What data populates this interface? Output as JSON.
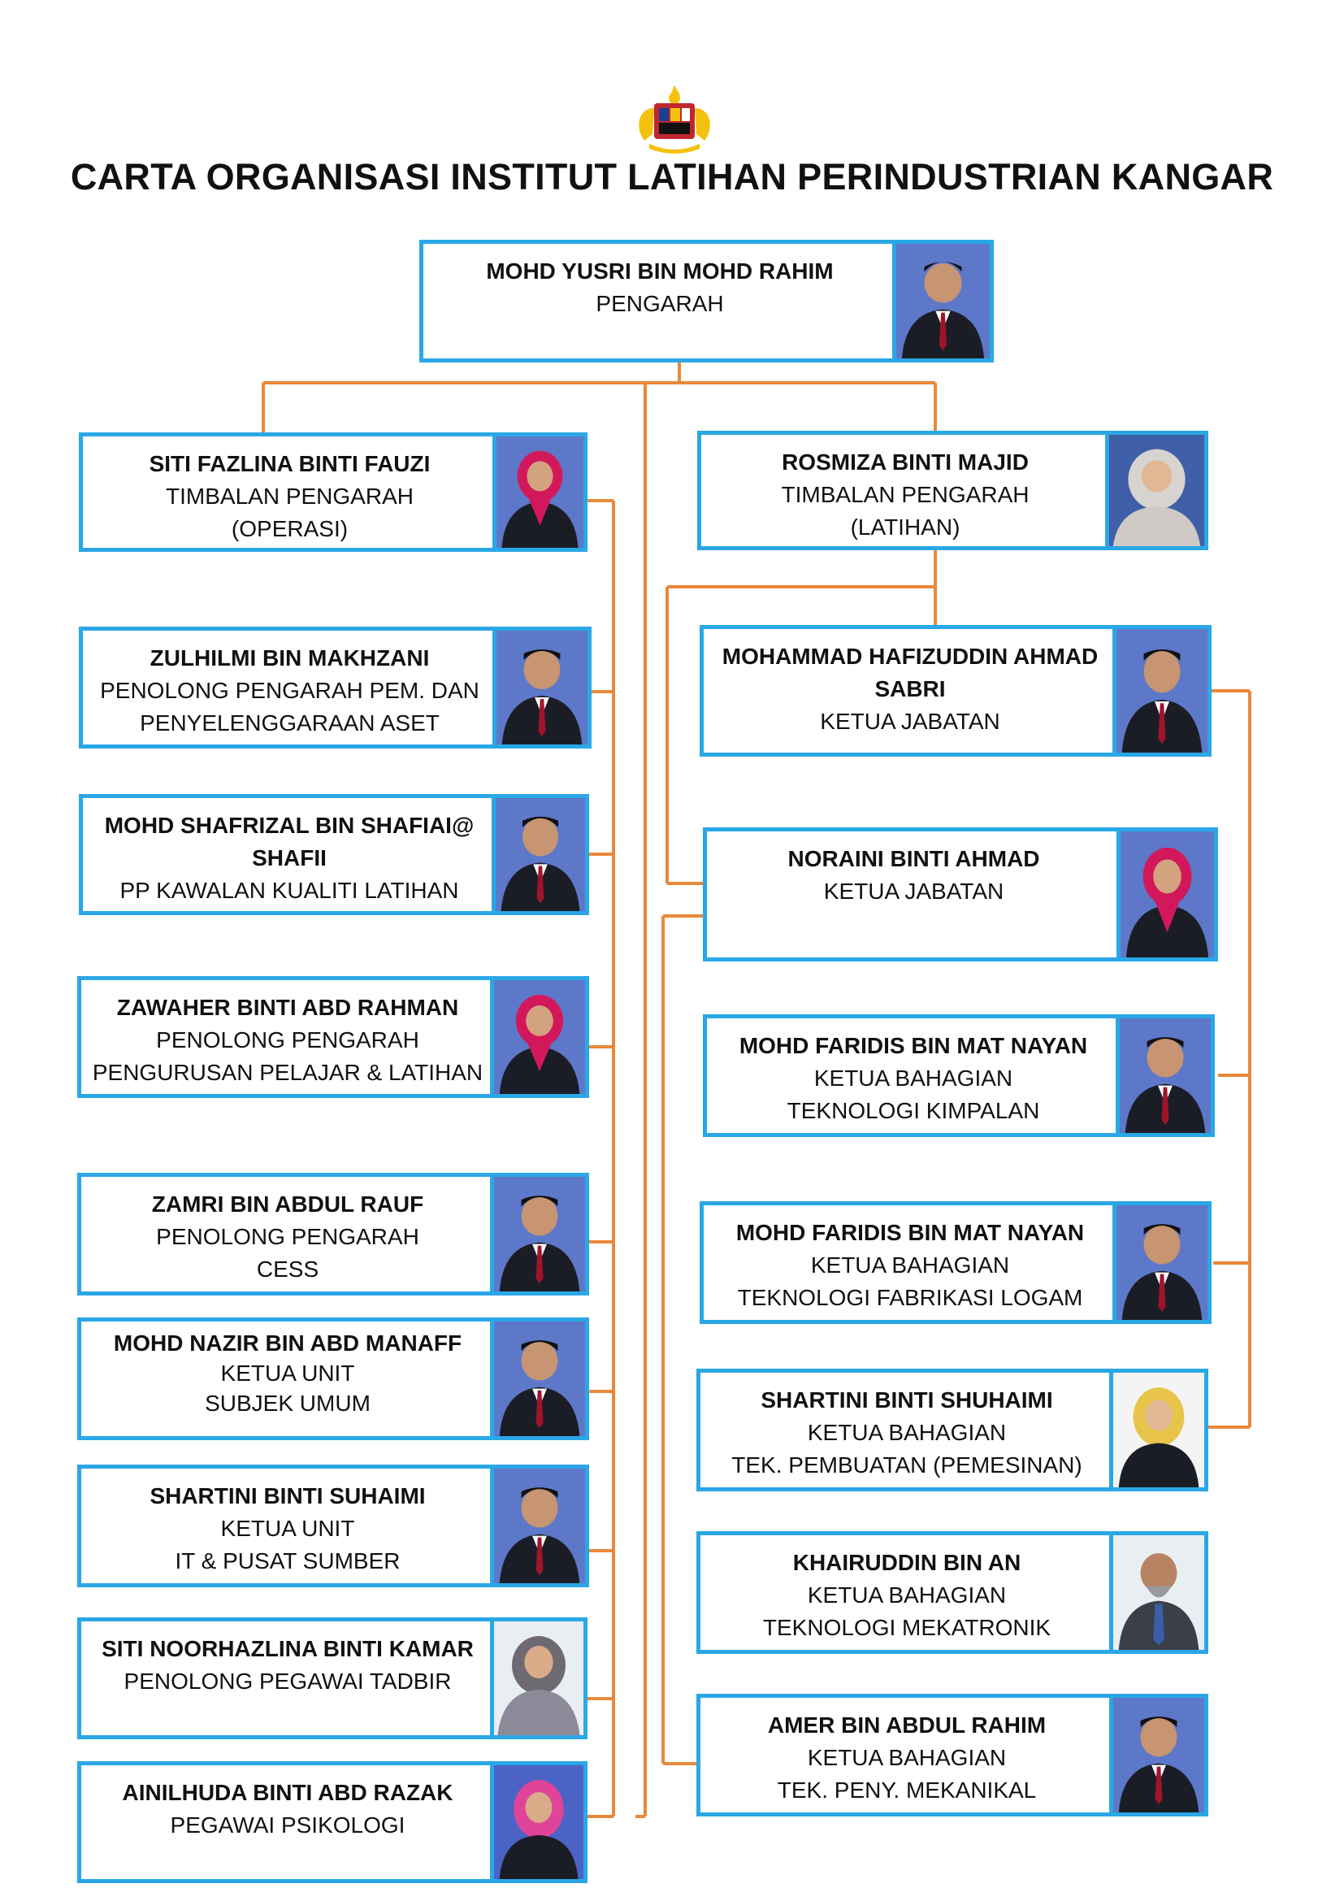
{
  "title": "CARTA ORGANISASI INSTITUT LATIHAN PERINDUSTRIAN KANGAR",
  "colors": {
    "box_border": "#2aa7e6",
    "connector": "#e8893a",
    "photo_bg": "#5d78c8"
  },
  "director": {
    "name": "MOHD YUSRI BIN MOHD RAHIM",
    "lines": [
      "PENGARAH"
    ]
  },
  "left_column": [
    {
      "name": "SITI FAZLINA BINTI FAUZI",
      "lines": [
        "TIMBALAN PENGARAH",
        "(OPERASI)"
      ]
    },
    {
      "name": "ZULHILMI BIN MAKHZANI",
      "lines": [
        "PENOLONG PENGARAH PEM. DAN",
        "PENYELENGGARAAN ASET"
      ]
    },
    {
      "name": "MOHD SHAFRIZAL BIN SHAFIAI@ SHAFII",
      "lines": [
        "PP KAWALAN KUALITI LATIHAN"
      ]
    },
    {
      "name": "ZAWAHER BINTI ABD RAHMAN",
      "lines": [
        "PENOLONG PENGARAH",
        "PENGURUSAN PELAJAR & LATIHAN"
      ]
    },
    {
      "name": "ZAMRI BIN ABDUL RAUF",
      "lines": [
        "PENOLONG PENGARAH",
        "CESS"
      ]
    },
    {
      "name": "MOHD NAZIR BIN ABD MANAFF",
      "lines": [
        "KETUA UNIT",
        "SUBJEK UMUM"
      ]
    },
    {
      "name": "SHARTINI BINTI SUHAIMI",
      "lines": [
        "KETUA UNIT",
        "IT & PUSAT SUMBER"
      ]
    },
    {
      "name": "SITI NOORHAZLINA BINTI KAMAR",
      "lines": [
        "PENOLONG PEGAWAI TADBIR"
      ]
    },
    {
      "name": "AINILHUDA BINTI ABD RAZAK",
      "lines": [
        "PEGAWAI PSIKOLOGI"
      ]
    }
  ],
  "right_column": [
    {
      "name": "ROSMIZA BINTI MAJID",
      "lines": [
        "TIMBALAN PENGARAH",
        "(LATIHAN)"
      ]
    },
    {
      "name": "MOHAMMAD HAFIZUDDIN AHMAD SABRI",
      "lines": [
        "KETUA JABATAN"
      ]
    },
    {
      "name": "NORAINI BINTI AHMAD",
      "lines": [
        "KETUA JABATAN"
      ]
    },
    {
      "name": "MOHD FARIDIS BIN MAT NAYAN",
      "lines": [
        "KETUA BAHAGIAN",
        "TEKNOLOGI KIMPALAN"
      ]
    },
    {
      "name": "MOHD FARIDIS BIN MAT NAYAN",
      "lines": [
        "KETUA BAHAGIAN",
        "TEKNOLOGI FABRIKASI LOGAM"
      ]
    },
    {
      "name": "SHARTINI BINTI SHUHAIMI",
      "lines": [
        "KETUA BAHAGIAN",
        "TEK. PEMBUATAN (PEMESINAN)"
      ]
    },
    {
      "name": "KHAIRUDDIN BIN AN",
      "lines": [
        "KETUA BAHAGIAN",
        "TEKNOLOGI MEKATRONIK"
      ]
    },
    {
      "name": "AMER BIN ABDUL RAHIM",
      "lines": [
        "KETUA BAHAGIAN",
        "TEK. PENY. MEKANIKAL"
      ]
    }
  ]
}
